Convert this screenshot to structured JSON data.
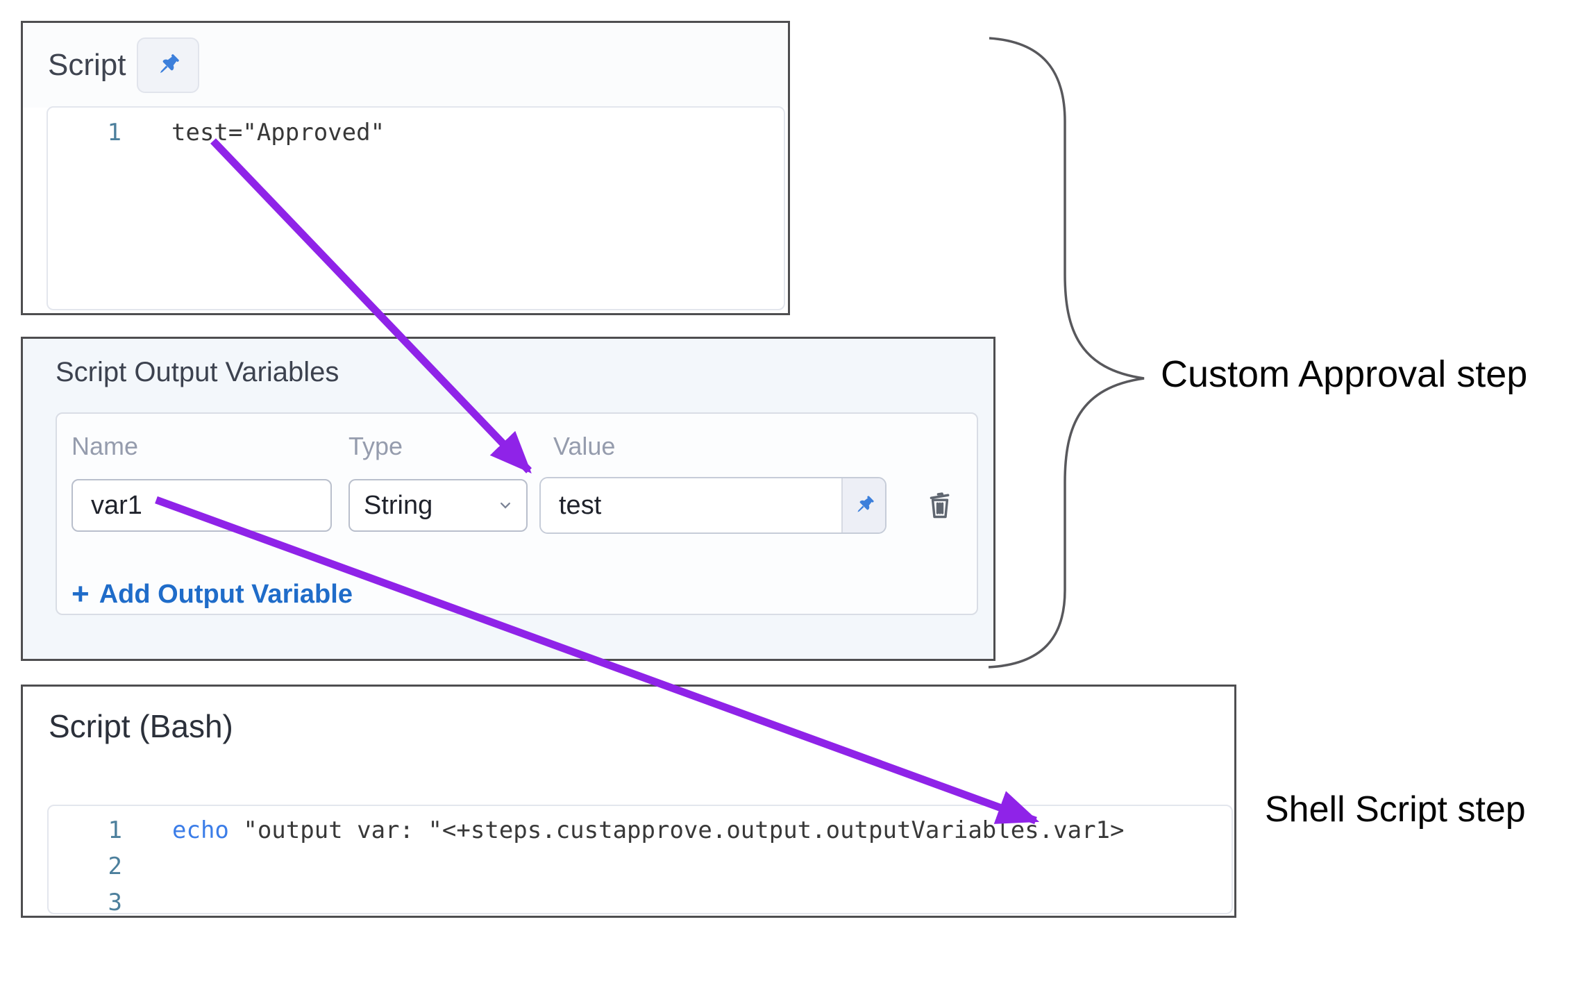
{
  "colors": {
    "arrow_purple": "#8f23e8",
    "pin_blue": "#3c7fdb",
    "add_link_blue": "#1f6cc9",
    "keyword_blue": "#3b7de8",
    "line_number_teal": "#4c7f9c",
    "panel_border_gray": "#4e4e50",
    "variables_panel_bg": "#f3f7fb"
  },
  "script_panel": {
    "title": "Script",
    "code_lines": [
      {
        "number": "1",
        "code": "test=\"Approved\""
      }
    ]
  },
  "variables_panel": {
    "title": "Script Output Variables",
    "columns": {
      "name": "Name",
      "type": "Type",
      "value": "Value"
    },
    "rows": [
      {
        "name": "var1",
        "type": "String",
        "value": "test"
      }
    ],
    "add_button": {
      "plus": "+",
      "label": "Add Output Variable"
    }
  },
  "bash_panel": {
    "title": "Script (Bash)",
    "code_lines": [
      {
        "number": "1",
        "keyword": "echo",
        "code": " \"output var: \"<+steps.custapprove.output.outputVariables.var1>"
      },
      {
        "number": "2",
        "keyword": "",
        "code": ""
      },
      {
        "number": "3",
        "keyword": "",
        "code": ""
      }
    ]
  },
  "annotations": {
    "custom_approval_label": "Custom Approval step",
    "shell_script_label": "Shell Script step"
  }
}
